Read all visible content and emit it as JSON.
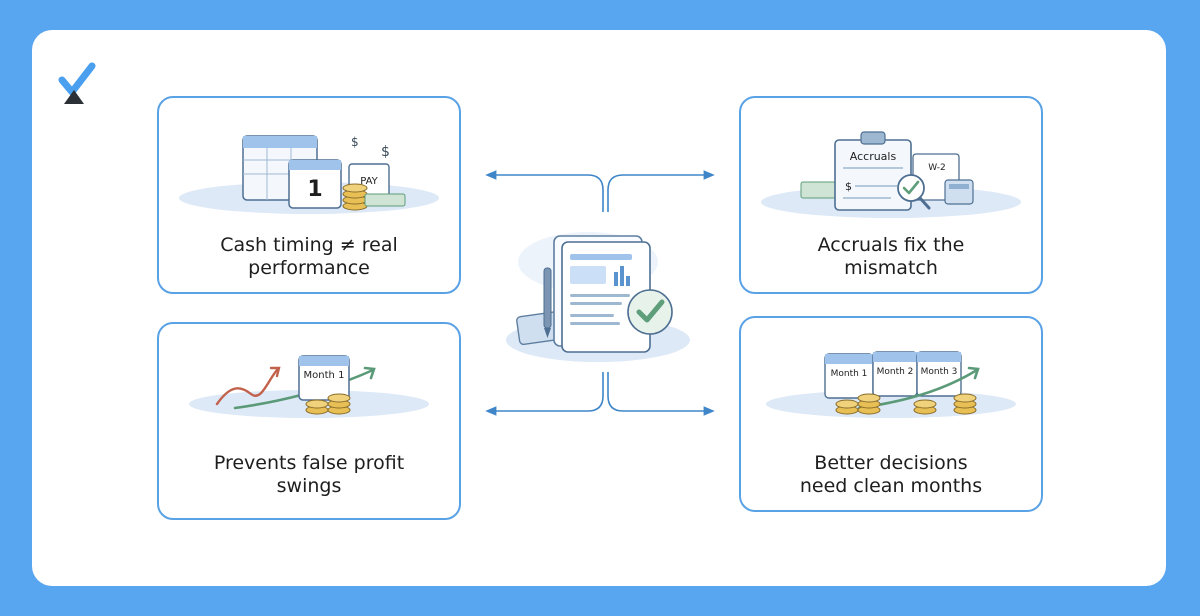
{
  "cards": [
    {
      "id": "cash-timing",
      "lines": [
        "Cash timing ≠ real",
        "performance"
      ],
      "art_text": [
        "1",
        "PAY"
      ]
    },
    {
      "id": "prevents-swings",
      "lines": [
        "Prevents false profit",
        "swings"
      ],
      "art_text": [
        "Month 1"
      ]
    },
    {
      "id": "accruals-fix",
      "lines": [
        "Accruals fix the",
        "mismatch"
      ],
      "art_text": [
        "Accruals",
        "$",
        "W-2"
      ]
    },
    {
      "id": "better-decisions",
      "lines": [
        "Better decisions",
        "need clean months"
      ],
      "art_text": [
        "Month 1",
        "Month 2",
        "Month 3"
      ]
    }
  ],
  "colors": {
    "background": "#58a6f0",
    "panel": "#ffffff",
    "card_border": "#5aa2e6",
    "connector": "#3f86c8",
    "check_green": "#5e9e7a",
    "coin_gold": "#e7bf55",
    "rising_arrow_red": "#c2624d",
    "rising_arrow_green": "#5b9a78"
  },
  "icons": [
    "brand-logo-icon",
    "calendar-icon",
    "coin-stack-icon",
    "clipboard-icon",
    "magnifier-check-icon",
    "calculator-icon",
    "report-document-icon",
    "pen-icon",
    "checkmark-badge-icon",
    "trend-arrow-icon"
  ]
}
